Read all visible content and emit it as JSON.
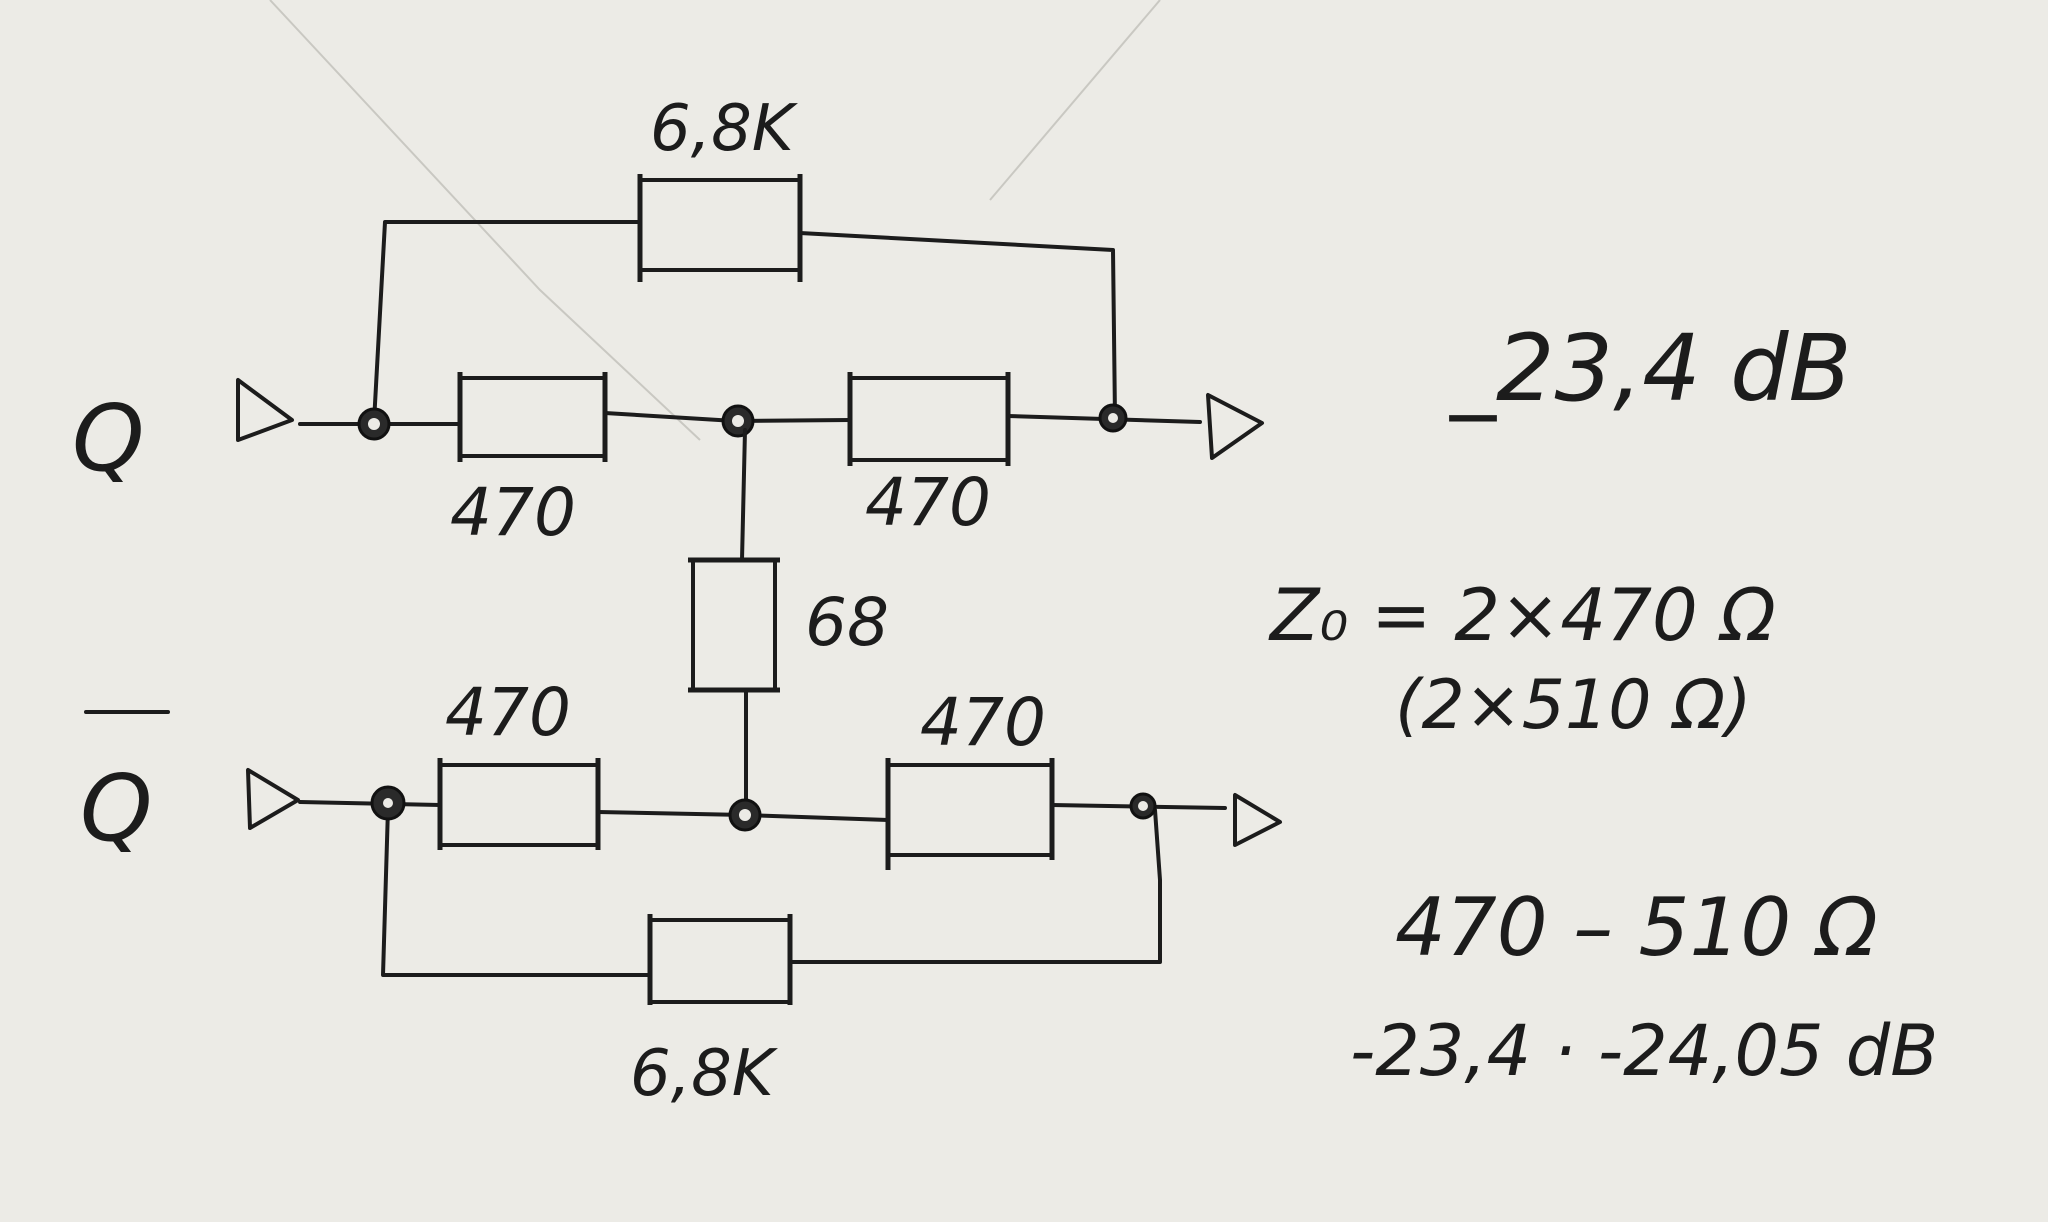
{
  "labels": {
    "input_q": "Q",
    "input_q_bar": "Q",
    "top_bridge": "6,8K",
    "top_left": "470",
    "top_right": "470",
    "shunt": "68",
    "bottom_left": "470",
    "bottom_right": "470",
    "bottom_bridge": "6,8K"
  },
  "notes": {
    "attenuation": "_23,4 dB",
    "impedance_line1": "Z₀ = 2×470 Ω",
    "impedance_line2": "(2×510 Ω)",
    "range_line1": "470 – 510 Ω",
    "range_line2": "-23,4 · -24,05 dB"
  },
  "colors": {
    "ink": "#1c1c1c",
    "paper": "#ecebe6"
  }
}
